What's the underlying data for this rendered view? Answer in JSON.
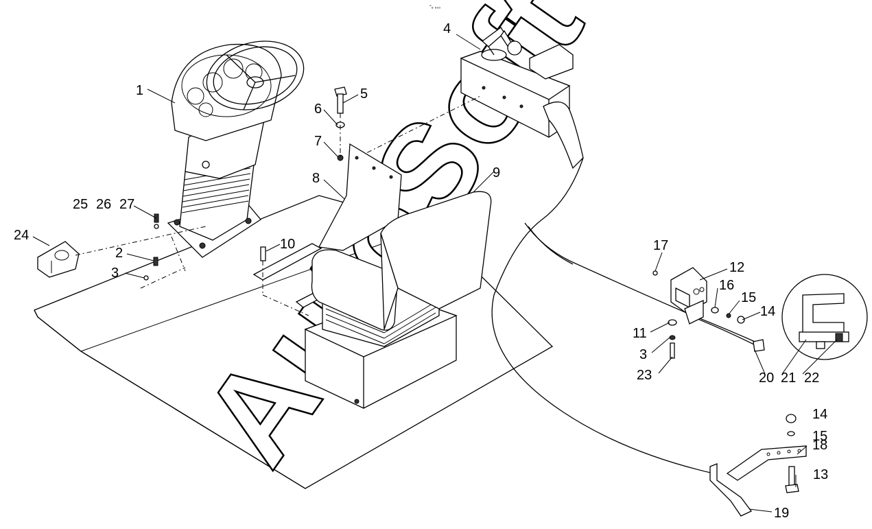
{
  "watermark": "AutoSoft",
  "header_mark": "°₈ ₅₀₀",
  "labels": {
    "l1": "1",
    "l2": "2",
    "l3a": "3",
    "l3b": "3",
    "l4": "4",
    "l5": "5",
    "l6": "6",
    "l7": "7",
    "l8": "8",
    "l9": "9",
    "l10": "10",
    "l11": "11",
    "l12": "12",
    "l13": "13",
    "l14a": "14",
    "l14b": "14",
    "l15a": "15",
    "l15b": "15",
    "l16": "16",
    "l17": "17",
    "l18": "18",
    "l19": "19",
    "l20": "20",
    "l21": "21",
    "l22": "22",
    "l23": "23",
    "l24": "24",
    "l25": "25",
    "l26": "26",
    "l27": "27"
  }
}
